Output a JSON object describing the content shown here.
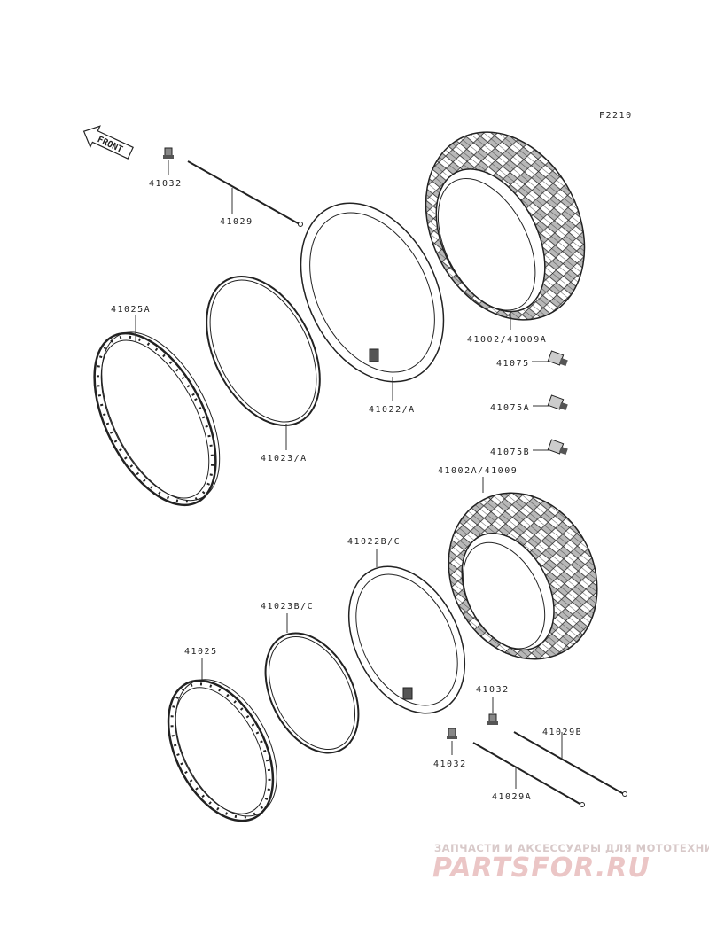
{
  "figure_code": "F2210",
  "front_marker": {
    "label": "FRONT",
    "icon": "front-arrow-icon"
  },
  "callouts": {
    "p41032_top": "41032",
    "p41029": "41029",
    "p41025A": "41025A",
    "p41023A": "41023/A",
    "p41022A": "41022/A",
    "p41002_41009A": "41002/41009A",
    "p41075": "41075",
    "p41075A": "41075A",
    "p41075B": "41075B",
    "p41002A_41009": "41002A/41009",
    "p41022BC": "41022B/C",
    "p41023BC": "41023B/C",
    "p41025": "41025",
    "p41032_mid": "41032",
    "p41032_low": "41032",
    "p41029B": "41029B",
    "p41029A": "41029A"
  },
  "watermark": {
    "subtitle": "ЗАПЧАСТИ И АКСЕССУАРЫ ДЛЯ МОТОТЕХНИКИ",
    "brand": "PARTSFOR.RU"
  }
}
